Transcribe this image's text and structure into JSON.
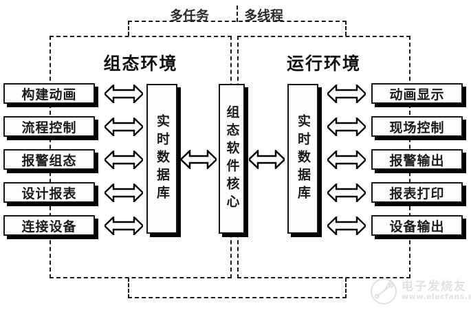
{
  "diagram": {
    "title_top_labels": [
      {
        "text": "多任务"
      },
      {
        "text": "多线程"
      }
    ],
    "environments": [
      {
        "id": "config",
        "title": "组态环境"
      },
      {
        "id": "runtime",
        "title": "运行环境"
      }
    ],
    "left_column": [
      {
        "label": "构建动画"
      },
      {
        "label": "流程控制"
      },
      {
        "label": "报警组态"
      },
      {
        "label": "设计报表"
      },
      {
        "label": "连接设备"
      }
    ],
    "right_column": [
      {
        "label": "动画显示"
      },
      {
        "label": "现场控制"
      },
      {
        "label": "报警输出"
      },
      {
        "label": "报表打印"
      },
      {
        "label": "设备输出"
      }
    ],
    "center_boxes": [
      {
        "id": "db-left",
        "label": "实时数据库"
      },
      {
        "id": "core",
        "label": "组态软件核心"
      },
      {
        "id": "db-right",
        "label": "实时数据库"
      }
    ],
    "colors": {
      "line": "#1a1a1a",
      "box_fill": "#fdfdfd",
      "shadow": "#000000",
      "text": "#1a1a1a",
      "watermark": "#c9c9cf"
    }
  },
  "watermark": {
    "cn": "电子发烧友",
    "url": "www.elecfans.com"
  }
}
